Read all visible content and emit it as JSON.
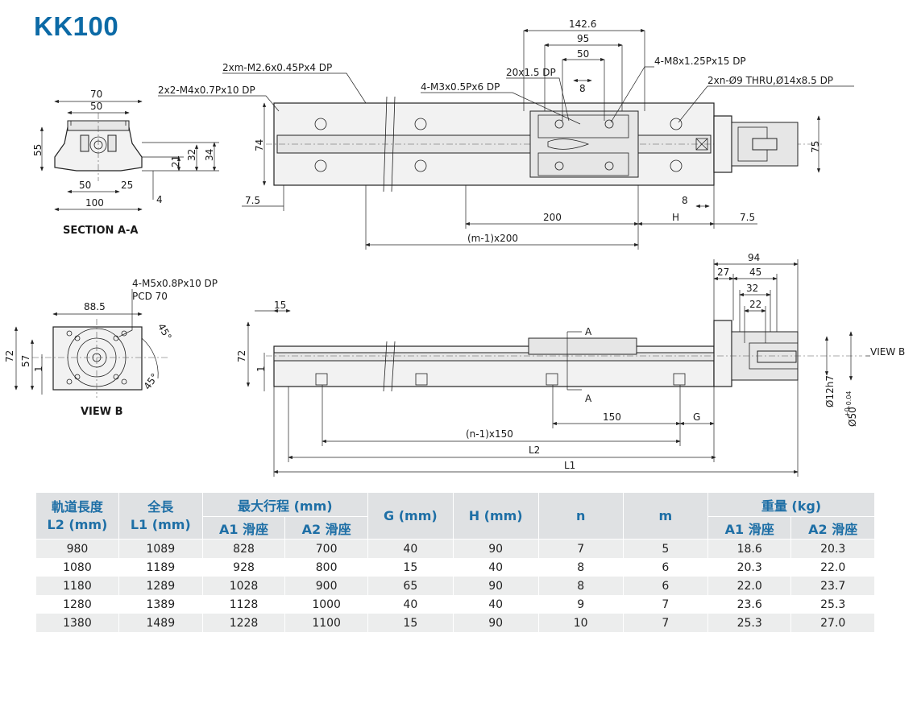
{
  "title": "KK100",
  "section_aa": {
    "label": "SECTION A-A",
    "dims": {
      "w70": "70",
      "w50": "50",
      "h55": "55",
      "h21": "21",
      "h32": "32",
      "h34": "34",
      "b50": "50",
      "b25": "25",
      "b100": "100",
      "b4": "4"
    }
  },
  "view_b": {
    "label": "VIEW B",
    "callout1": "4-M5x0.8Px10 DP",
    "callout2": "PCD 70",
    "dims": {
      "w885": "88.5",
      "h72": "72",
      "h57": "57",
      "h1": "1",
      "a45a": "45°",
      "a45b": "45°"
    }
  },
  "top_view": {
    "callouts": {
      "c1": "2xm-M2.6x0.45Px4 DP",
      "c2": "2x2-M4x0.7Px10 DP",
      "c3": "20x1.5 DP",
      "c4": "4-M3x0.5Px6 DP",
      "c5": "4-M8x1.25Px15 DP",
      "c6": "2xn-Ø9 THRU,Ø14x8.5 DP"
    },
    "dims": {
      "d1426": "142.6",
      "d95": "95",
      "d50": "50",
      "d8a": "8",
      "d74": "74",
      "d75": "75",
      "d75l": "7.5",
      "d8b": "8",
      "d75r": "7.5",
      "d200": "200",
      "dH": "H",
      "dm": "(m-1)x200"
    }
  },
  "side_view": {
    "dims": {
      "d15": "15",
      "d72": "72",
      "d1": "1",
      "d94": "94",
      "d27": "27",
      "d45": "45",
      "d32": "32",
      "d22": "22",
      "d150": "150",
      "dG": "G",
      "dn": "(n-1)x150",
      "dL2": "L2",
      "dL1": "L1",
      "d12h7": "Ø12h7",
      "d50": "Ø50",
      "tolU": "+0.04",
      "tolL": "+0",
      "secA1": "A",
      "secA2": "A",
      "viewB": "VIEW B"
    }
  },
  "table": {
    "headers": {
      "l2": "軌道長度",
      "l2u": "L2 (mm)",
      "l1": "全長",
      "l1u": "L1 (mm)",
      "stroke": "最大行程 (mm)",
      "stroke_a1": "A1 滑座",
      "stroke_a2": "A2 滑座",
      "g": "G (mm)",
      "h": "H (mm)",
      "n": "n",
      "m": "m",
      "weight": "重量 (kg)",
      "weight_a1": "A1 滑座",
      "weight_a2": "A2 滑座"
    },
    "rows": [
      [
        "980",
        "1089",
        "828",
        "700",
        "40",
        "90",
        "7",
        "5",
        "18.6",
        "20.3"
      ],
      [
        "1080",
        "1189",
        "928",
        "800",
        "15",
        "40",
        "8",
        "6",
        "20.3",
        "22.0"
      ],
      [
        "1180",
        "1289",
        "1028",
        "900",
        "65",
        "90",
        "8",
        "6",
        "22.0",
        "23.7"
      ],
      [
        "1280",
        "1389",
        "1128",
        "1000",
        "40",
        "40",
        "9",
        "7",
        "23.6",
        "25.3"
      ],
      [
        "1380",
        "1489",
        "1228",
        "1100",
        "15",
        "90",
        "10",
        "7",
        "25.3",
        "27.0"
      ]
    ]
  }
}
